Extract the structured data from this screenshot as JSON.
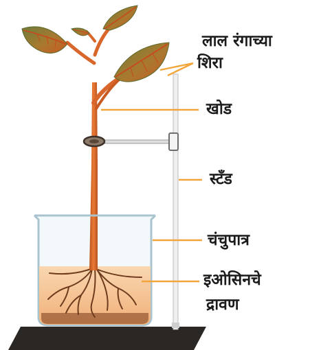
{
  "labels": {
    "veins_line1": "लाल रंगाच्या",
    "veins_line2": "शिरा",
    "stem": "खोड",
    "stand": "स्टँड",
    "beaker": "चंचुपात्र",
    "solution_line1": "इओसिनचे",
    "solution_line2": "द्रावण"
  },
  "colors": {
    "pointer_line": "#f2a53a",
    "stem": "#d9662a",
    "leaf": "#8a8a3a",
    "leaf_vein": "#c9481e",
    "solution": "#f7c99a",
    "base": "#2a2623",
    "stand": "#e4e4e4"
  }
}
